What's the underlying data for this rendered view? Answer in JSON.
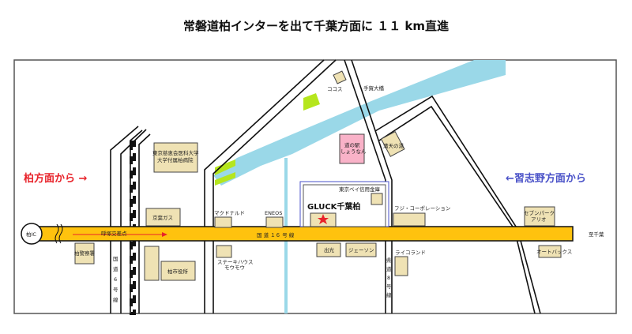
{
  "title": "常磐道柏インターを出て千葉方面に １１ km直進",
  "directions": {
    "from_kashiwa": "柏方面から →",
    "from_narashino": "←習志野方面から"
  },
  "colors": {
    "highway": "#ffc20e",
    "river": "#9ad8e8",
    "building": "#efe2b4",
    "accent_red": "#e8222a",
    "accent_blue": "#4a52c8",
    "green": "#b5e61d",
    "pink": "#f9b2c8"
  },
  "labels": {
    "ic": "柏IC",
    "intersection": "呼塚交差点",
    "route16": "国 道 １６ 号 線",
    "route6": [
      "国",
      "道",
      "6",
      "号",
      "線"
    ],
    "pref8": [
      "県",
      "道",
      "8",
      "号",
      "線"
    ],
    "to_chiba": "至千葉",
    "bridge": "手賀大橋",
    "coco": "ココス",
    "hospital": [
      "東京慈恵会医科大学",
      "大学付属柏病院"
    ],
    "keiyo_gas": "京葉ガス",
    "police": "柏警察署",
    "city_hall": "柏市役所",
    "mcdonalds": "マクドナルド",
    "eneos": "ENEOS",
    "steak": [
      "ステーキハウス",
      "モウモウ"
    ],
    "michinoeki": [
      "道の駅",
      "しょうなん"
    ],
    "onsen": "満天の湯",
    "bank": "東京ベイ信用金庫",
    "gluck": "GLUCK千葉柏",
    "fuji": "フジ・コーポレーション",
    "idemitsu": "出光",
    "jason": "ジェーソン",
    "raiko": "ライコランド",
    "seven_park": [
      "セブンパーク",
      "アリオ"
    ],
    "autobacs": "オートバックス"
  }
}
